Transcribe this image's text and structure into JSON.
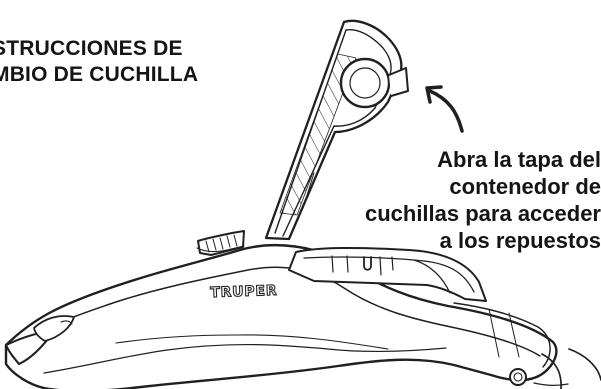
{
  "title": {
    "lines": [
      "STRUCCIONES DE",
      "MBIO DE CUCHILLA"
    ]
  },
  "instruction": {
    "lines": [
      "Abra la tapa del",
      "contenedor de",
      "cuchillas para acceder",
      "a los repuestos"
    ]
  },
  "product": {
    "brand_text": "TRUPER"
  },
  "icons": {
    "arrow": "curved-arrow-icon"
  }
}
